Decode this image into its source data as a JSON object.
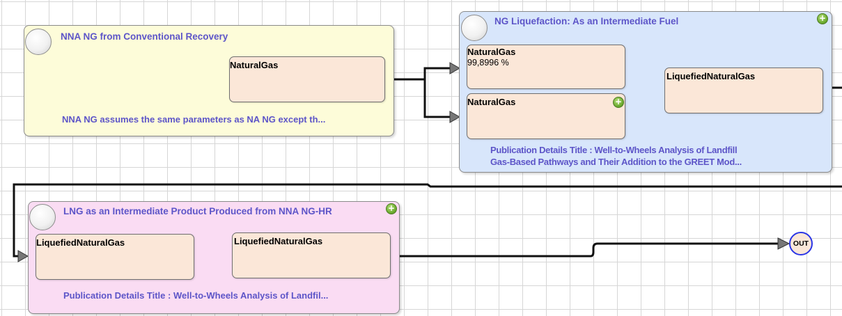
{
  "processes": {
    "nna_ng": {
      "title": "NNA NG from Conventional Recovery",
      "description": "NNA NG assumes the same parameters as NA NG except th...",
      "outputs": [
        {
          "label": "NaturalGas"
        }
      ]
    },
    "ng_liquefaction": {
      "title": "NG Liquefaction: As an Intermediate Fuel",
      "inputs": [
        {
          "label": "NaturalGas",
          "value": "99,8996 %"
        },
        {
          "label": "NaturalGas"
        }
      ],
      "outputs": [
        {
          "label": "LiquefiedNaturalGas"
        }
      ],
      "description_line1": "Publication Details Title : Well-to-Wheels Analysis of Landfill",
      "description_line2": "Gas-Based Pathways and Their Addition to the GREET Mod..."
    },
    "lng_intermediate": {
      "title": "LNG as an Intermediate Product Produced from NNA NG-HR",
      "inputs": [
        {
          "label": "LiquefiedNaturalGas"
        }
      ],
      "outputs": [
        {
          "label": "LiquefiedNaturalGas"
        }
      ],
      "description": "Publication Details Title : Well-to-Wheels Analysis of Landfil..."
    }
  },
  "out_node": {
    "label": "OUT"
  },
  "colors": {
    "title_text": "#5d55c8",
    "yellow_process": "#fdfcd9",
    "blue_process": "#d8e6fb",
    "pink_process": "#fadcf3",
    "resource_fill": "#fbe7d8",
    "out_border": "#2a35e6",
    "plus_badge": "#6fae33"
  },
  "icons": {
    "process_circle": "process-circle-icon",
    "add": "plus-icon"
  }
}
